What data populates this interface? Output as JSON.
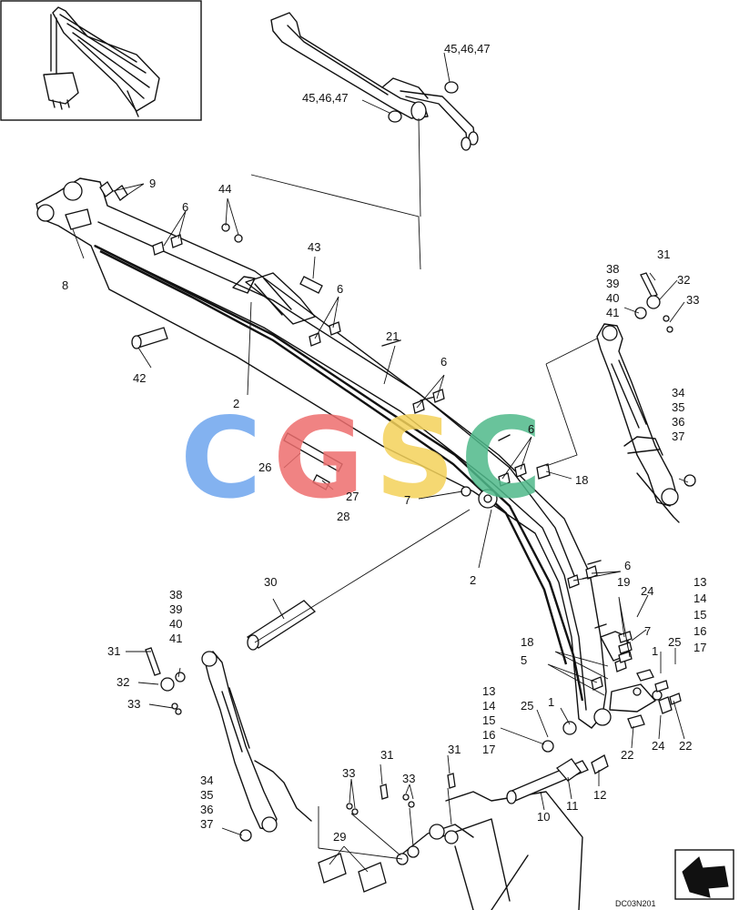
{
  "diagram_id": "DC03N201",
  "watermark": {
    "letters": [
      {
        "char": "C",
        "color": "#6ea5ee"
      },
      {
        "char": "G",
        "color": "#ee6e6e"
      },
      {
        "char": "S",
        "color": "#f4d25a"
      },
      {
        "char": "C",
        "color": "#4fb98a"
      }
    ]
  },
  "callouts": {
    "c1a": "1",
    "c1b": "1",
    "c2a": "2",
    "c2b": "2",
    "c5": "5",
    "c6a": "6",
    "c6b": "6",
    "c6c": "6",
    "c6d": "6",
    "c6e": "6",
    "c7a": "7",
    "c7b": "7",
    "c8": "8",
    "c9": "9",
    "c10": "10",
    "c11": "11",
    "c12": "12",
    "c18a": "18",
    "c18b": "18",
    "c19": "19",
    "c21": "21",
    "c22a": "22",
    "c22b": "22",
    "c24a": "24",
    "c24b": "24",
    "c25a": "25",
    "c25b": "25",
    "c26": "26",
    "c27": "27",
    "c28": "28",
    "c29": "29",
    "c30": "30",
    "c31a": "31",
    "c31b": "31",
    "c31c": "31",
    "c31d": "31",
    "c32a": "32",
    "c32b": "32",
    "c33a": "33",
    "c33b": "33",
    "c33c": "33",
    "c33d": "33",
    "c42": "42",
    "c43": "43",
    "c44": "44",
    "c454647a": "45,46,47",
    "c454647b": "45,46,47"
  },
  "stacks": {
    "s13_right": [
      "13",
      "14",
      "15",
      "16",
      "17"
    ],
    "s13_mid": [
      "13",
      "14",
      "15",
      "16",
      "17"
    ],
    "s38_right": [
      "38",
      "39",
      "40",
      "41"
    ],
    "s38_left": [
      "38",
      "39",
      "40",
      "41"
    ],
    "s34_right": [
      "34",
      "35",
      "36",
      "37"
    ],
    "s34_left": [
      "34",
      "35",
      "36",
      "37"
    ]
  }
}
